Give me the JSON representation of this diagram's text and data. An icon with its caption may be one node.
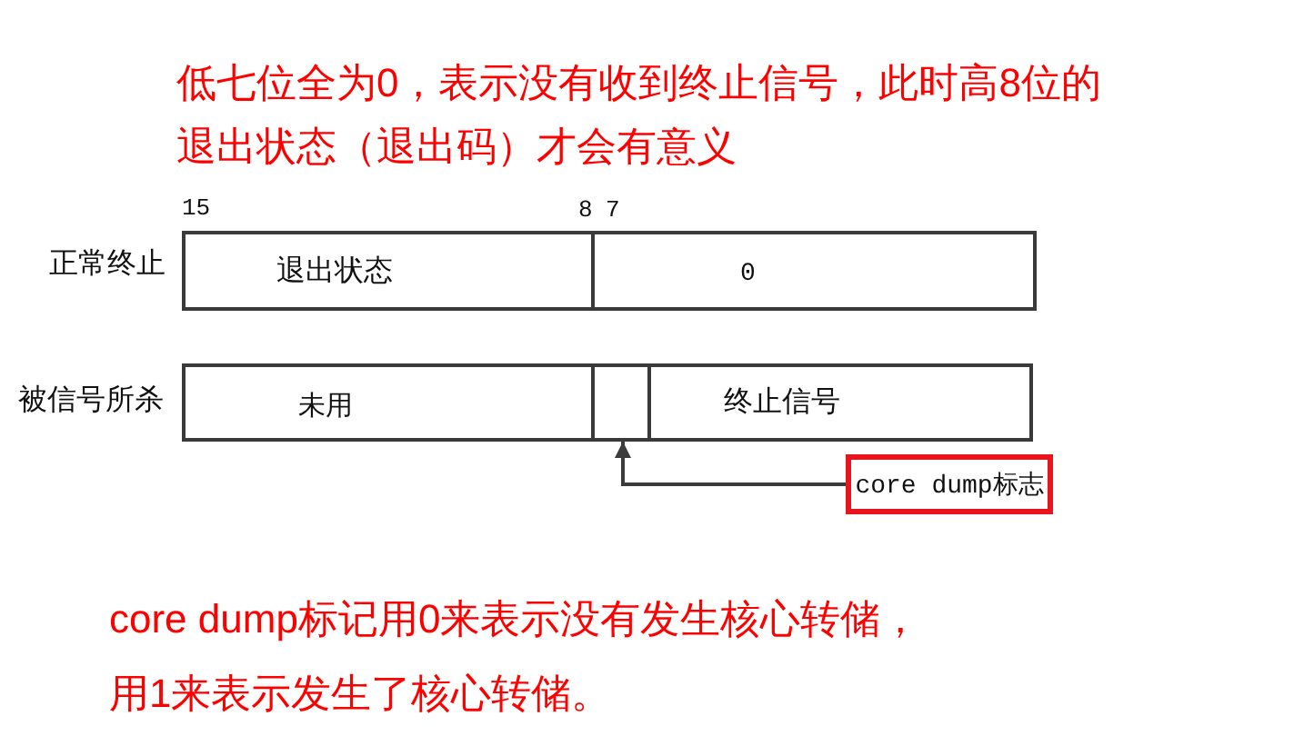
{
  "diagram": {
    "nodes": [
      {
        "text": [
          "退出状态"
        ]
      },
      {
        "text": [
          "0"
        ]
      },
      {
        "text": [
          "未用"
        ]
      },
      {
        "text": [],
        "shape": "box"
      },
      {
        "text": [
          "终止信号"
        ]
      },
      {
        "text": [
          "core dump标志"
        ]
      }
    ],
    "edges": [
      {
        "from": 5,
        "to": 3,
        "arrow": "to"
      }
    ],
    "labels": [
      "低七位全为0，表示没有收到终止信号，此时高8位的退出状态（退出码）才会有意义",
      "15",
      "8",
      "7",
      "正常终止",
      "被信号所杀",
      "core dump标记用0来表示没有发生核心转储，用1来表示发生了核心转储。"
    ]
  }
}
